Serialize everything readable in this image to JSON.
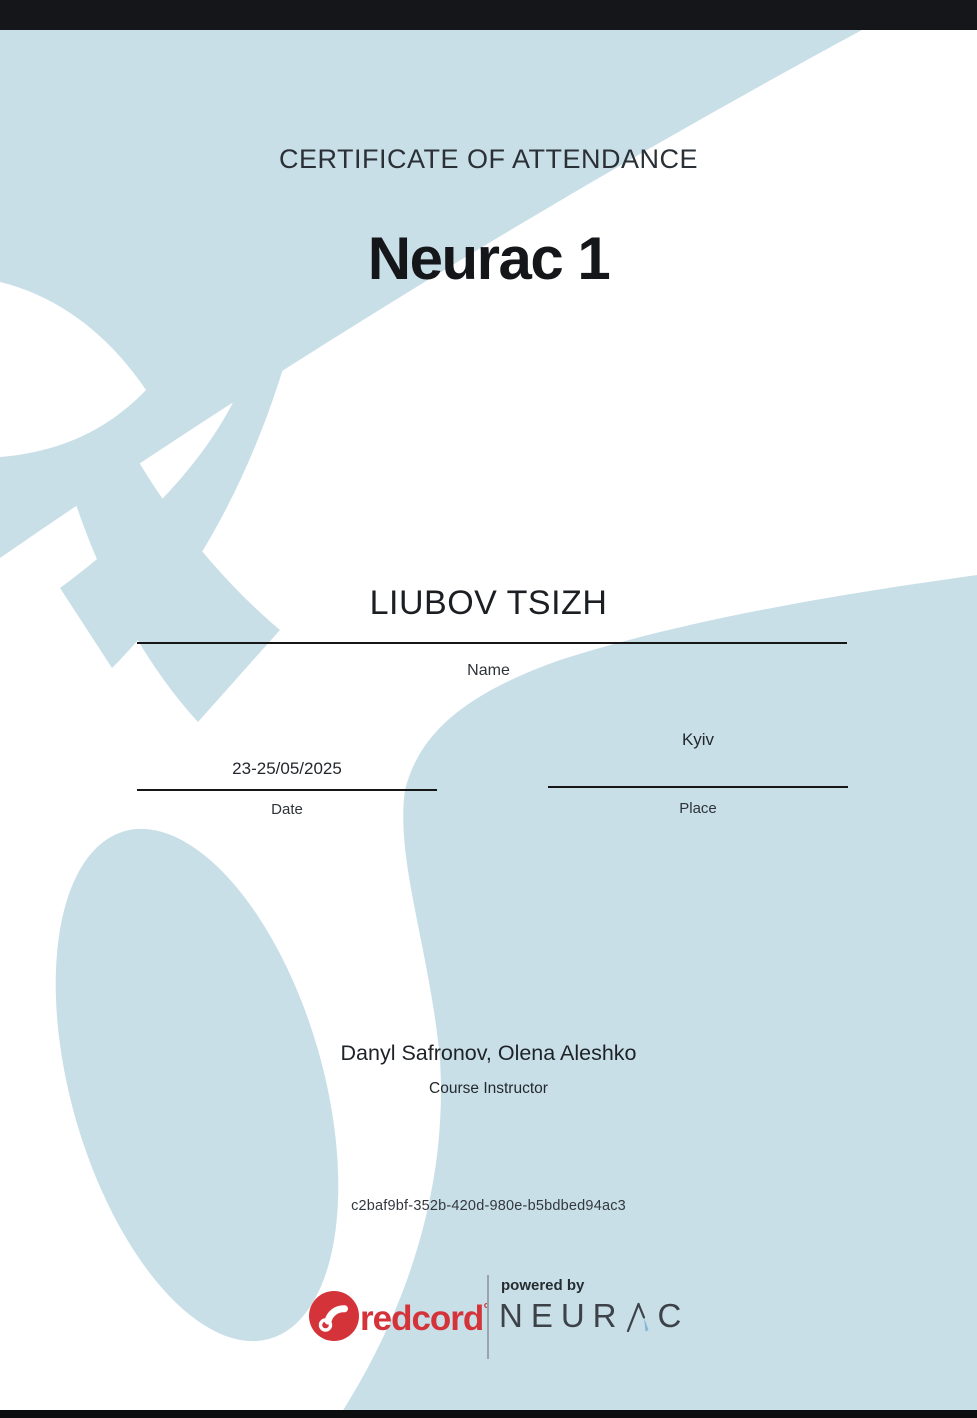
{
  "page": {
    "type": "certificate-document",
    "top_bar_color": "#14161a",
    "bottom_bar_color": "#0c0d0f",
    "background_blue": "#c8dfe8"
  },
  "certificate": {
    "eyebrow": "CERTIFICATE OF ATTENDANCE",
    "course_title": "Neurac 1",
    "attendee": {
      "value": "LIUBOV TSIZH",
      "label": "Name"
    },
    "date": {
      "value": "23-25/05/2025",
      "label": "Date"
    },
    "place": {
      "value": "Kyiv",
      "label": "Place"
    },
    "instructors": {
      "value": "Danyl Safronov, Olena Aleshko",
      "label": "Course Instructor"
    },
    "certificate_id": "c2baf9bf-352b-420d-980e-b5bdbed94ac3"
  },
  "footer": {
    "redcord_wordmark": "redcord",
    "redcord_degree": "°",
    "powered_by": "powered by",
    "neurac_prefix": "NEUR",
    "neurac_suffix": "C"
  },
  "colors": {
    "redcord_red": "#d4333a",
    "neurac_gray": "#3c4248",
    "caret_blue": "#85b6d9",
    "divider_gray": "#9aa5ab",
    "text_dark": "#1c1f23"
  }
}
